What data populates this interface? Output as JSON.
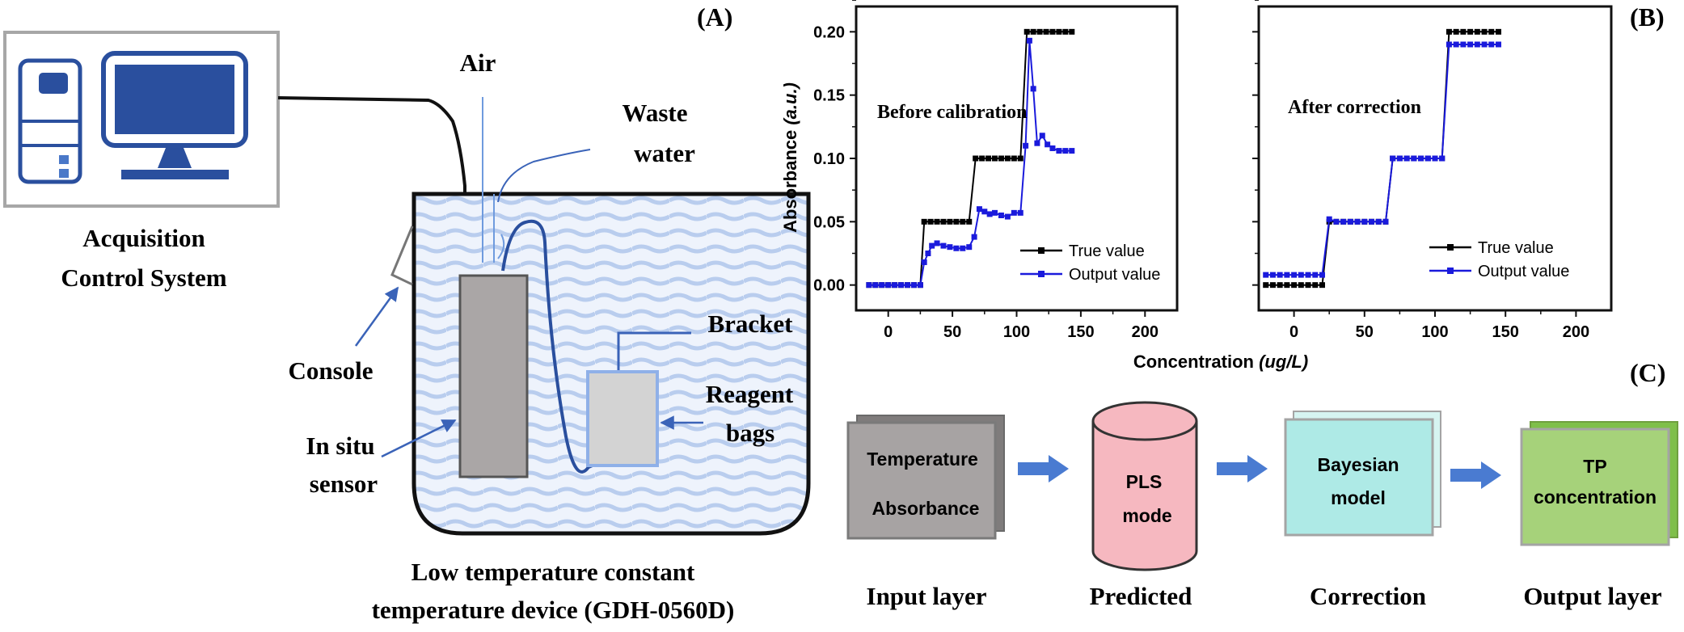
{
  "panel_a": {
    "tag": "(A)",
    "acquisition_line1": "Acquisition",
    "acquisition_line2": "Control System",
    "air": "Air",
    "waste_line1": "Waste",
    "waste_line2": "water",
    "bracket": "Bracket",
    "reagent_line1": "Reagent",
    "reagent_line2": "bags",
    "console": "Console",
    "sensor_line1": "In situ",
    "sensor_line2": "sensor",
    "device_line1": "Low temperature constant",
    "device_line2": "temperature device (GDH-0560D)"
  },
  "panel_b": {
    "tag": "(B)",
    "ylabel_main": "Absorbance ",
    "ylabel_unit": "(a.u.)",
    "xlabel_main": "Concentration ",
    "xlabel_unit": "(ug/L)",
    "legend_true": "True value",
    "legend_output": "Output value"
  },
  "chart_data": [
    {
      "type": "line",
      "title": "Before calibration",
      "ylim": [
        -0.02,
        0.22
      ],
      "xlim": [
        -25,
        225
      ],
      "y_ticks": [
        "0.00",
        "0.05",
        "0.10",
        "0.15",
        "0.20"
      ],
      "x_ticks": [
        "0",
        "50",
        "100",
        "150",
        "200"
      ],
      "legend_position": "bottom-right",
      "series": [
        {
          "name": "True value",
          "color": "#000000",
          "marker": "square",
          "points": [
            [
              -15,
              0
            ],
            [
              -10,
              0
            ],
            [
              -5,
              0
            ],
            [
              0,
              0
            ],
            [
              5,
              0
            ],
            [
              10,
              0
            ],
            [
              15,
              0
            ],
            [
              20,
              0
            ],
            [
              25,
              0
            ],
            [
              28,
              0.05
            ],
            [
              33,
              0.05
            ],
            [
              38,
              0.05
            ],
            [
              43,
              0.05
            ],
            [
              48,
              0.05
            ],
            [
              53,
              0.05
            ],
            [
              58,
              0.05
            ],
            [
              63,
              0.05
            ],
            [
              68,
              0.1
            ],
            [
              73,
              0.1
            ],
            [
              78,
              0.1
            ],
            [
              83,
              0.1
            ],
            [
              88,
              0.1
            ],
            [
              93,
              0.1
            ],
            [
              98,
              0.1
            ],
            [
              103,
              0.1
            ],
            [
              108,
              0.2
            ],
            [
              113,
              0.2
            ],
            [
              118,
              0.2
            ],
            [
              123,
              0.2
            ],
            [
              128,
              0.2
            ],
            [
              133,
              0.2
            ],
            [
              138,
              0.2
            ],
            [
              143,
              0.2
            ]
          ]
        },
        {
          "name": "Output value",
          "color": "#1a1adc",
          "marker": "square",
          "points": [
            [
              -15,
              0
            ],
            [
              -10,
              0
            ],
            [
              -5,
              0
            ],
            [
              0,
              0
            ],
            [
              5,
              0
            ],
            [
              10,
              0
            ],
            [
              15,
              0
            ],
            [
              20,
              0
            ],
            [
              25,
              0
            ],
            [
              28,
              0.018
            ],
            [
              31,
              0.025
            ],
            [
              34,
              0.031
            ],
            [
              38,
              0.033
            ],
            [
              43,
              0.031
            ],
            [
              48,
              0.03
            ],
            [
              53,
              0.029
            ],
            [
              58,
              0.029
            ],
            [
              63,
              0.03
            ],
            [
              67,
              0.038
            ],
            [
              71,
              0.06
            ],
            [
              75,
              0.058
            ],
            [
              79,
              0.056
            ],
            [
              83,
              0.057
            ],
            [
              88,
              0.055
            ],
            [
              93,
              0.054
            ],
            [
              98,
              0.057
            ],
            [
              103,
              0.057
            ],
            [
              107,
              0.11
            ],
            [
              110,
              0.193
            ],
            [
              113,
              0.155
            ],
            [
              116,
              0.112
            ],
            [
              120,
              0.118
            ],
            [
              124,
              0.111
            ],
            [
              128,
              0.108
            ],
            [
              133,
              0.106
            ],
            [
              138,
              0.106
            ],
            [
              143,
              0.106
            ]
          ]
        }
      ]
    },
    {
      "type": "line",
      "title": "After correction",
      "ylim": [
        -0.02,
        0.22
      ],
      "xlim": [
        -25,
        225
      ],
      "y_ticks": [],
      "x_ticks": [
        "0",
        "50",
        "100",
        "150",
        "200"
      ],
      "legend_position": "bottom-right",
      "series": [
        {
          "name": "True value",
          "color": "#000000",
          "marker": "square",
          "points": [
            [
              -20,
              0
            ],
            [
              -15,
              0
            ],
            [
              -10,
              0
            ],
            [
              -5,
              0
            ],
            [
              0,
              0
            ],
            [
              5,
              0
            ],
            [
              10,
              0
            ],
            [
              15,
              0
            ],
            [
              20,
              0
            ],
            [
              25,
              0.05
            ],
            [
              30,
              0.05
            ],
            [
              35,
              0.05
            ],
            [
              40,
              0.05
            ],
            [
              45,
              0.05
            ],
            [
              50,
              0.05
            ],
            [
              55,
              0.05
            ],
            [
              60,
              0.05
            ],
            [
              65,
              0.05
            ],
            [
              70,
              0.1
            ],
            [
              75,
              0.1
            ],
            [
              80,
              0.1
            ],
            [
              85,
              0.1
            ],
            [
              90,
              0.1
            ],
            [
              95,
              0.1
            ],
            [
              100,
              0.1
            ],
            [
              105,
              0.1
            ],
            [
              110,
              0.2
            ],
            [
              115,
              0.2
            ],
            [
              120,
              0.2
            ],
            [
              125,
              0.2
            ],
            [
              130,
              0.2
            ],
            [
              135,
              0.2
            ],
            [
              140,
              0.2
            ],
            [
              145,
              0.2
            ]
          ]
        },
        {
          "name": "Output value",
          "color": "#1a1adc",
          "marker": "square",
          "points": [
            [
              -20,
              0.008
            ],
            [
              -15,
              0.008
            ],
            [
              -10,
              0.008
            ],
            [
              -5,
              0.008
            ],
            [
              0,
              0.008
            ],
            [
              5,
              0.008
            ],
            [
              10,
              0.008
            ],
            [
              15,
              0.008
            ],
            [
              20,
              0.008
            ],
            [
              25,
              0.052
            ],
            [
              30,
              0.05
            ],
            [
              35,
              0.05
            ],
            [
              40,
              0.05
            ],
            [
              45,
              0.05
            ],
            [
              50,
              0.05
            ],
            [
              55,
              0.05
            ],
            [
              60,
              0.05
            ],
            [
              65,
              0.05
            ],
            [
              70,
              0.1
            ],
            [
              75,
              0.1
            ],
            [
              80,
              0.1
            ],
            [
              85,
              0.1
            ],
            [
              90,
              0.1
            ],
            [
              95,
              0.1
            ],
            [
              100,
              0.1
            ],
            [
              105,
              0.1
            ],
            [
              110,
              0.19
            ],
            [
              115,
              0.19
            ],
            [
              120,
              0.19
            ],
            [
              125,
              0.19
            ],
            [
              130,
              0.19
            ],
            [
              135,
              0.19
            ],
            [
              140,
              0.19
            ],
            [
              145,
              0.19
            ]
          ]
        }
      ]
    }
  ],
  "panel_c": {
    "tag": "(C)",
    "input_line1": "Temperature",
    "input_line2": "Absorbance",
    "pls_line1": "PLS",
    "pls_line2": "mode",
    "bayes_line1": "Bayesian",
    "bayes_line2": "model",
    "tp_line1": "TP",
    "tp_line2": "concentration",
    "label_input": "Input layer",
    "label_predicted": "Predicted",
    "label_correction": "Correction",
    "label_output": "Output layer"
  },
  "colors": {
    "water": "#c8d8f2",
    "sensor": "#aaa6a6",
    "reagent": "#d3d3d3",
    "computer": "#2a4f9e",
    "arrow": "#4a7bd1",
    "pls": "#f6b8c0",
    "bayes": "#aeeae6",
    "tp": "#a6d27a",
    "input": "#a7a3a3"
  }
}
